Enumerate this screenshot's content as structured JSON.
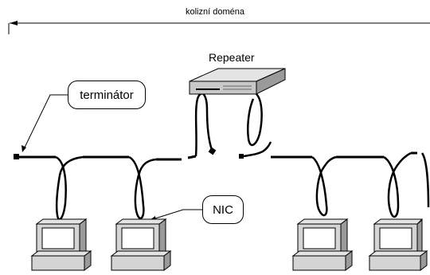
{
  "diagram": {
    "collision_domain_label": "kolizní doména",
    "repeater_label": "Repeater",
    "terminator_label": "terminátor",
    "nic_label": "NIC"
  },
  "colors": {
    "line": "#000000",
    "device_face": "#d4d4d4",
    "device_shadow": "#9a9a9a",
    "screen": "#ffffff",
    "background": "#ffffff"
  },
  "icons": {
    "computers": [
      "computer-icon",
      "computer-icon",
      "computer-icon",
      "computer-icon"
    ],
    "repeater": "repeater-icon",
    "terminator": "terminator-icon",
    "connector": "bnc-connector-icon"
  }
}
